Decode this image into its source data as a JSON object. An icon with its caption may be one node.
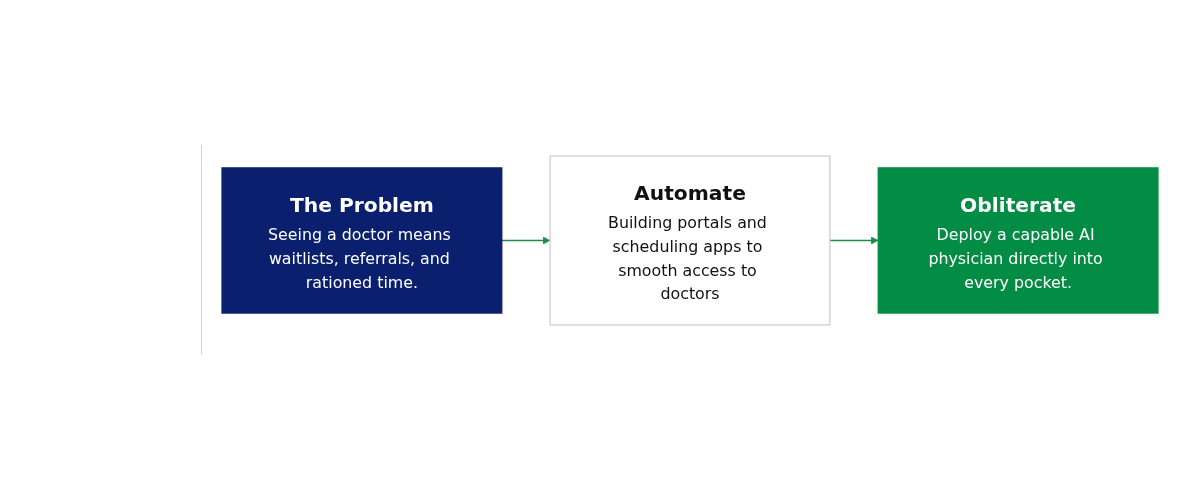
{
  "diagram": {
    "nodes": [
      {
        "text": [
          "The Problem",
          "Seeing a doctor means waitlists, referrals, and rationed time."
        ]
      },
      {
        "text": [
          "Automate",
          "Building portals and scheduling apps to smooth access to doctors"
        ]
      },
      {
        "text": [
          "Obliterate",
          "Deploy a capable AI physician directly into every pocket."
        ]
      }
    ],
    "edges": [
      {
        "from": 0,
        "to": 1,
        "arrow": "to",
        "color": "#1a8f4a"
      },
      {
        "from": 1,
        "to": 2,
        "arrow": "to",
        "color": "#1a8f4a"
      }
    ]
  }
}
